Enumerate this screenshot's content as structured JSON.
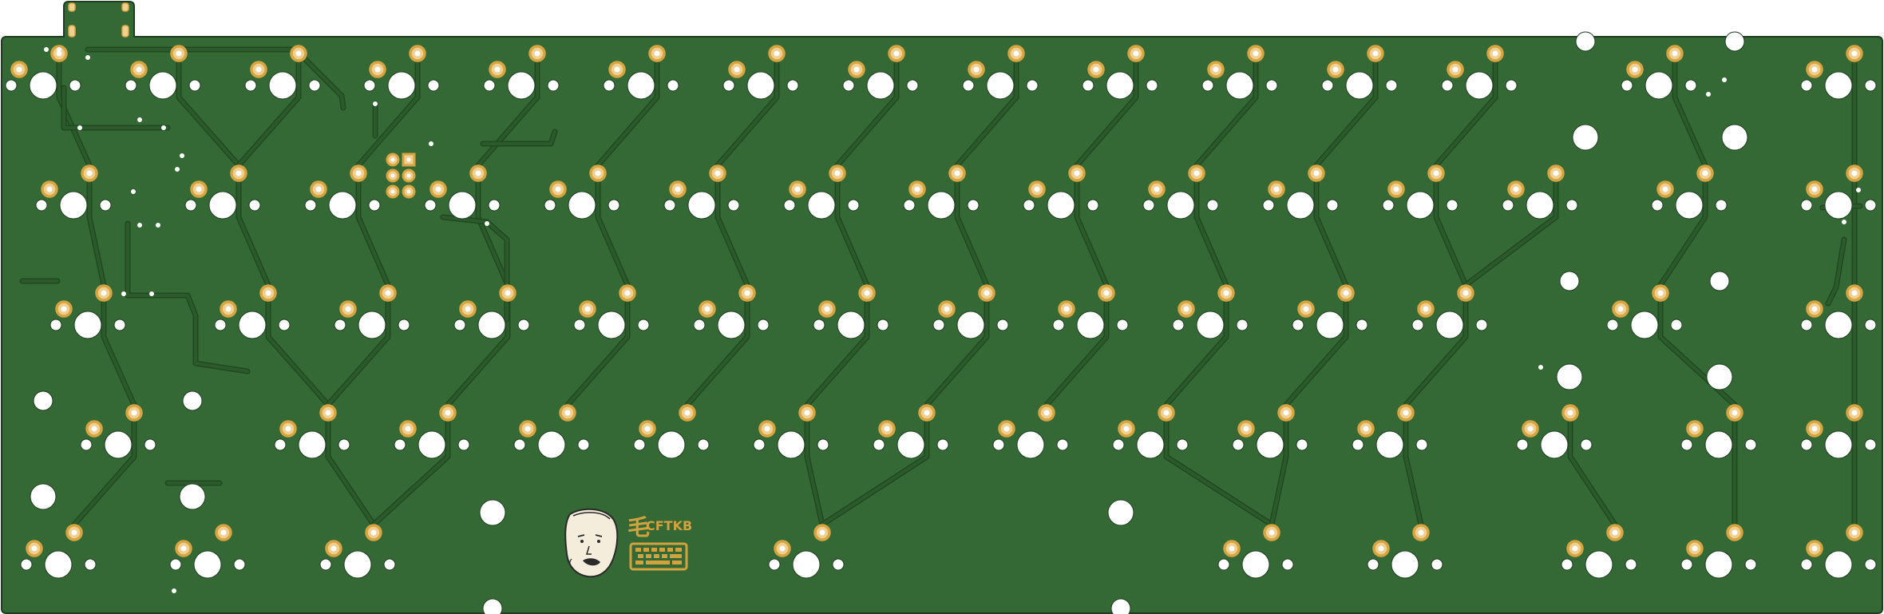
{
  "board": {
    "name": "keyboard-pcb-render",
    "colors": {
      "background": "#ffffff",
      "soldermask": "#346835",
      "trace": "#2c5a2d",
      "trace_edge": "#1f4a20",
      "outline": "#1f3d20",
      "pad_gold": "#d6a441",
      "pad_ring": "#f0d090",
      "hole": "#ffffff",
      "silkscreen": "#d2a23f"
    }
  },
  "logo": {
    "brand_text": "CFTKB",
    "glyph": "毛",
    "mascot": "mascot-face-icon",
    "keyboard_symbol": "keyboard-icon"
  }
}
